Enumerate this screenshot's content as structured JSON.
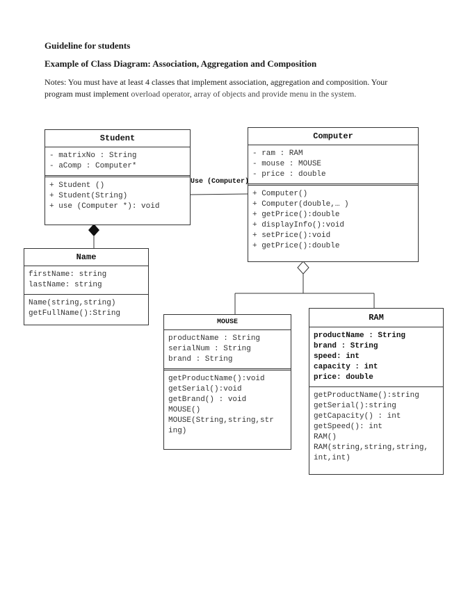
{
  "doc": {
    "heading": "Guideline for students",
    "subheading": "Example of Class Diagram:  Association, Aggregation and Composition",
    "notes_part1": "Notes: You must have at least 4 classes that implement association, aggregation and composition.  Your program must implement ",
    "notes_part2": "overload operator, array of objects and provide menu in the system."
  },
  "diagram": {
    "association_label": "Use (Computer)",
    "classes": {
      "student": {
        "name": "Student",
        "attributes": [
          "- matrixNo : String",
          "- aComp : Computer*"
        ],
        "methods": [
          "+ Student ()",
          "+ Student(String)",
          "+ use (Computer *): void"
        ]
      },
      "name": {
        "name": "Name",
        "attributes": [
          "firstName: string",
          "lastName: string"
        ],
        "methods": [
          "Name(string,string)",
          "getFullName():String"
        ]
      },
      "computer": {
        "name": "Computer",
        "attributes": [
          "- ram : RAM",
          "- mouse : MOUSE",
          "- price : double"
        ],
        "methods": [
          "+ Computer()",
          "+ Computer(double,… )",
          "+ getPrice():double",
          "+ displayInfo():void",
          "+ setPrice():void",
          "+ getPrice():double"
        ]
      },
      "mouse": {
        "name": "MOUSE",
        "attributes": [
          "productName : String",
          "serialNum : String",
          "brand : String"
        ],
        "methods": [
          "getProductName():void",
          "getSerial():void",
          "getBrand() : void",
          "MOUSE()",
          "MOUSE(String,string,str ing)"
        ]
      },
      "ram": {
        "name": "RAM",
        "attributes": [
          "productName : String",
          "brand : String",
          "speed: int",
          "capacity : int",
          "price: double"
        ],
        "methods": [
          "getProductName():string",
          "getSerial():string",
          "getCapacity() : int",
          "getSpeed(): int",
          "RAM()",
          "RAM(string,string,string, int,int)"
        ]
      }
    }
  }
}
